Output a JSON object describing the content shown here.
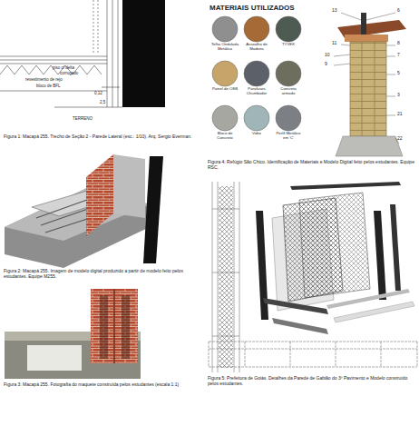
{
  "diagram": {
    "labels": [
      "piso c/ delta",
      "corrugado",
      "revestimento de rejo",
      "bloco de BFL",
      "0,12",
      "2,5",
      "TERRENO",
      "Figura 1: Macapá 255. Trecho de Seção 2 - Parede Lateral (esc.: 1/10). Arq. Sergio Everman.",
      "Figura 2: Macapá 255. Imagem de modelo digital produzido a partir de modelo feito pelos estudantes. Equipe M255.",
      "Figura 3: Macapá 255. Fotografia do maquete construída pelos estudantes (escala 1:1)",
      "MATERIAIS UTILIZADOS",
      "Telha Ondulada Metálica",
      "Assoalho de Madeira",
      "TYVEK",
      "Painel de OSB",
      "Parafusos Chumbador",
      "Concreto armado",
      "Bloco de Concreto",
      "Vidro",
      "Perfil Metálico em 'C'",
      "Figura 4: Refúgio São Chico. Identificação de Materiais e Modelo Digital feito pelos estudantes. Equipe RSC.",
      "13",
      "11",
      "10",
      "9",
      "6",
      "8",
      "7",
      "5",
      "3",
      "21",
      "22",
      "Figura 5: Prefeitura de Goiás. Detalhes da Parede de Gabião do 3º Pavimento e Modelo construído pelos estudantes."
    ]
  }
}
